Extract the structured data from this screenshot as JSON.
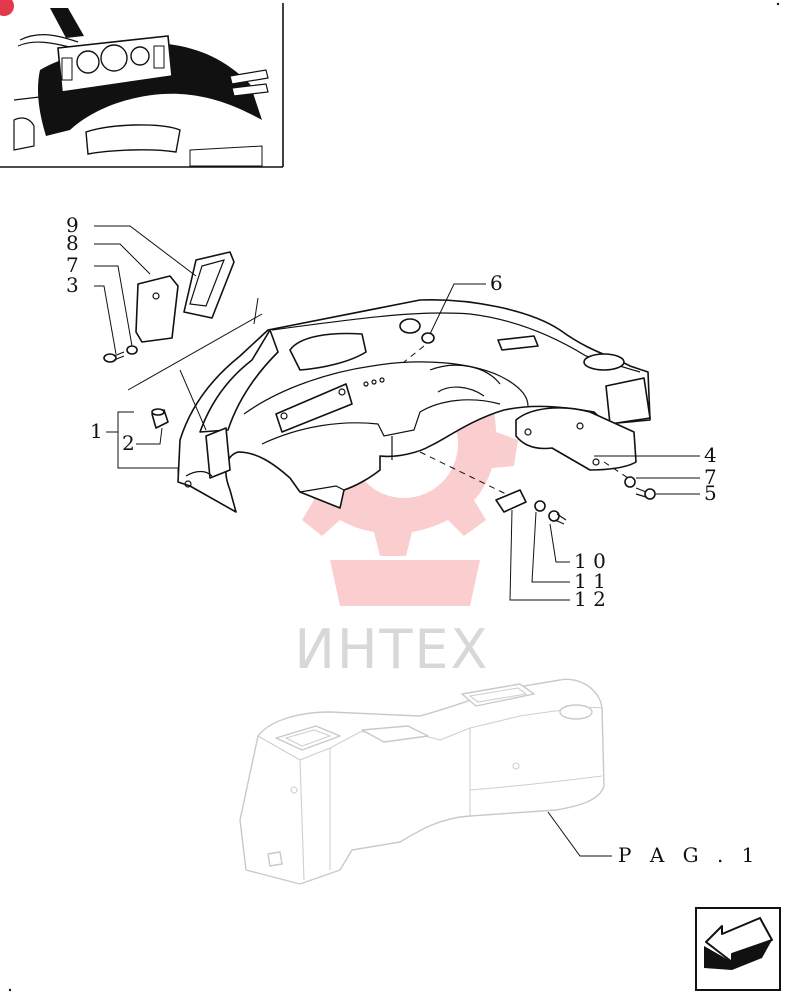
{
  "watermark": {
    "text": "ИНТЕХ",
    "color": "#f06a6a"
  },
  "callouts": {
    "c9": "9",
    "c8": "8",
    "c7a": "7",
    "c3": "3",
    "c6": "6",
    "c1": "1",
    "c2": "2",
    "c4": "4",
    "c7b": "7",
    "c5": "5",
    "c10": "1 0",
    "c11": "1 1",
    "c12": "1 2"
  },
  "page_ref": {
    "label": "P A G .   1"
  },
  "nav": {
    "icon": "next-page-arrow-icon"
  },
  "thumbnail": {
    "icon": "dashboard-thumbnail"
  }
}
